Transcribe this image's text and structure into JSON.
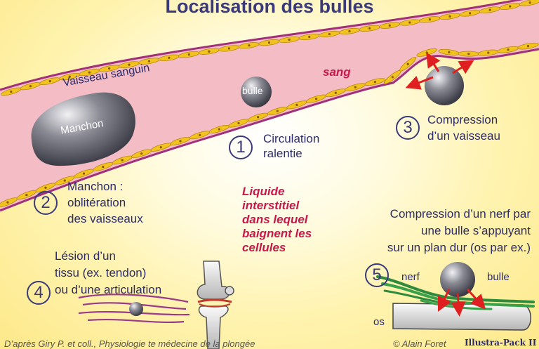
{
  "title": "Localisation des bulles",
  "labels": {
    "vaisseau": "Vaisseau sanguin",
    "sang": "sang",
    "manchon_blob": "Manchon",
    "bulle_vessel": "bulle",
    "liquide": [
      "Liquide",
      "interstitiel",
      "dans lequel",
      "baignent les",
      "cellules"
    ],
    "nerf": "nerf",
    "bulle_nerve": "bulle",
    "os": "os"
  },
  "items": [
    {
      "number": "1",
      "lines": [
        "Circulation",
        "ralentie"
      ]
    },
    {
      "number": "2",
      "lines": [
        "Manchon :",
        "oblitération",
        "des vaisseaux"
      ]
    },
    {
      "number": "3",
      "lines": [
        "Compression",
        "d’un vaisseau"
      ]
    },
    {
      "number": "4",
      "lines": [
        "Lésion d’un",
        "tissu (ex. tendon)",
        "ou d’une articulation"
      ]
    },
    {
      "number": "5",
      "lines": [
        "Compression d’un nerf par",
        "une bulle s’appuyant",
        "sur un plan dur (os par ex.)"
      ]
    }
  ],
  "credits": {
    "source": "D’après Giry P. et coll., Physiologie te médecine de la plongée",
    "author": "© Alain Foret",
    "pack": "Illustra-Pack II"
  },
  "colors": {
    "vessel_wall": "#a0307a",
    "blood": "#f4bcc4",
    "cell": "#f2c21f",
    "bubble": "#6e6e78",
    "arrow": "#e02020",
    "text": "#2c2c6a",
    "highlight": "#c8174b"
  }
}
